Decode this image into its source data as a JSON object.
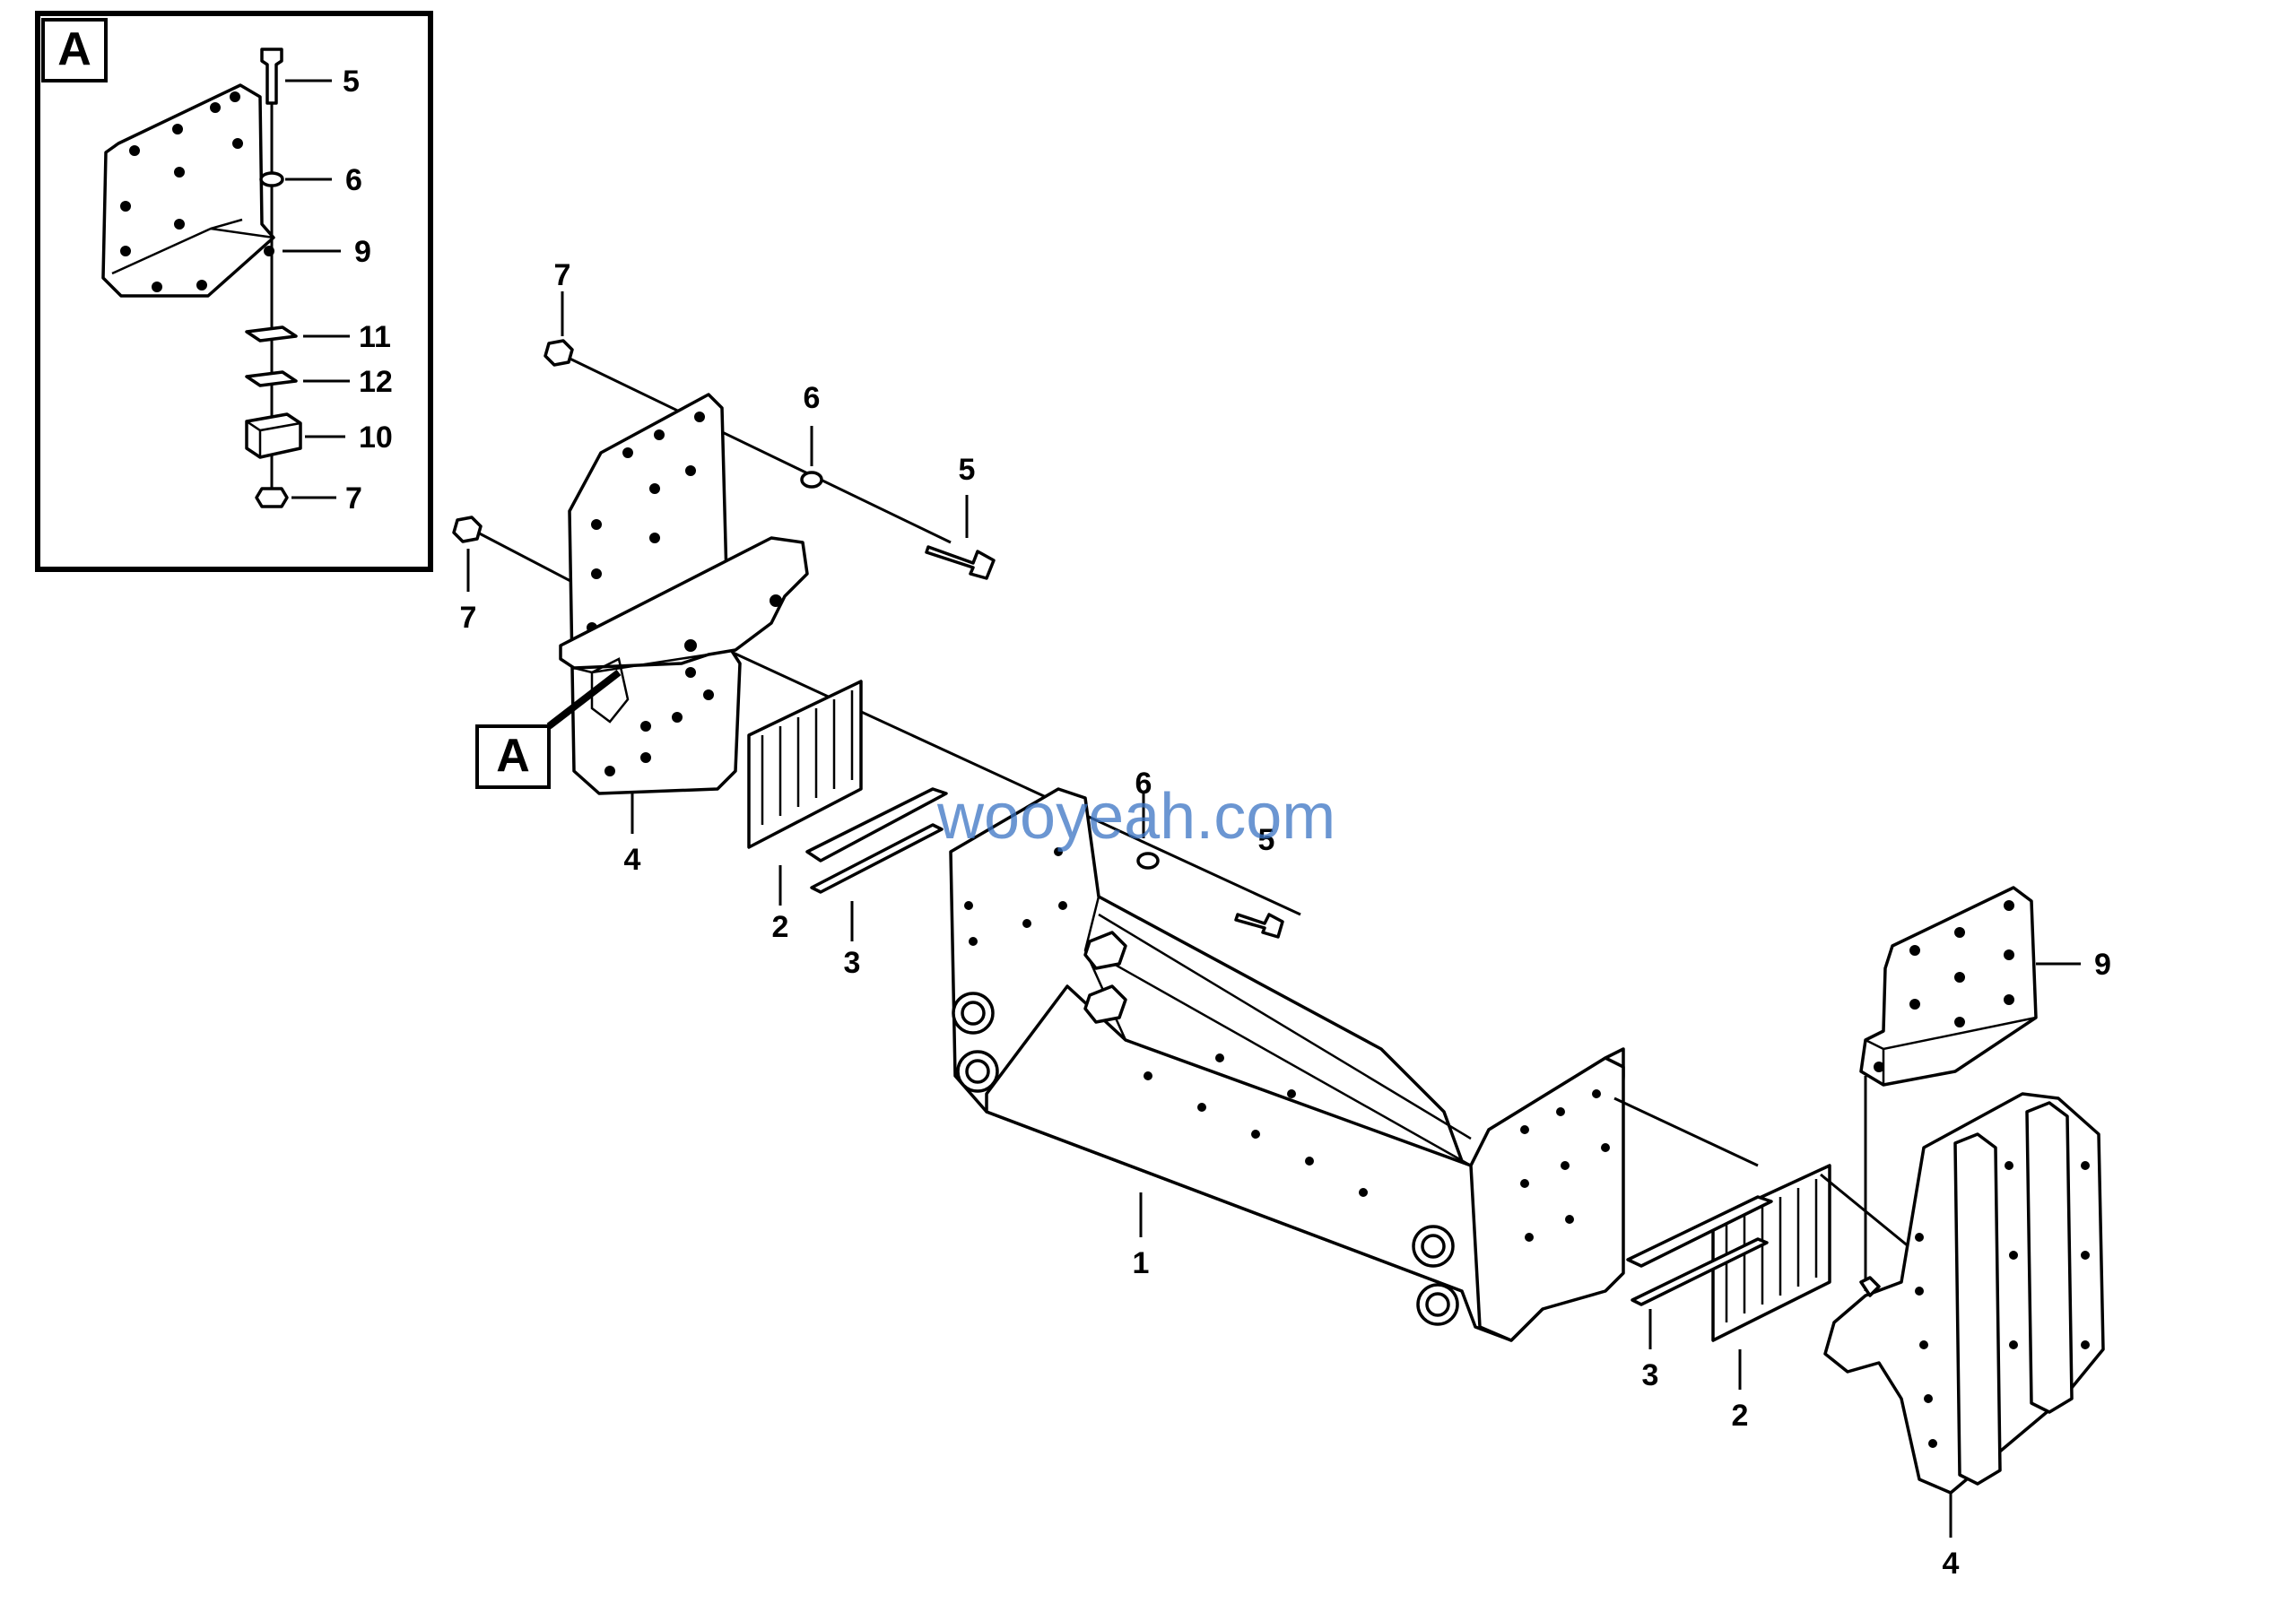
{
  "detail_view": {
    "tag": "A",
    "callouts": [
      "5",
      "6",
      "9",
      "11",
      "12",
      "10",
      "7"
    ]
  },
  "callouts": {
    "7_top": "7",
    "7_left": "7",
    "6_top": "6",
    "5_top": "5",
    "4_left": "4",
    "2_left": "2",
    "3_left": "3",
    "6_middle": "6",
    "5_middle": "5",
    "1": "1",
    "3_right": "3",
    "2_right": "2",
    "9_right": "9",
    "4_right": "4"
  },
  "watermark": "wooyeah.com"
}
